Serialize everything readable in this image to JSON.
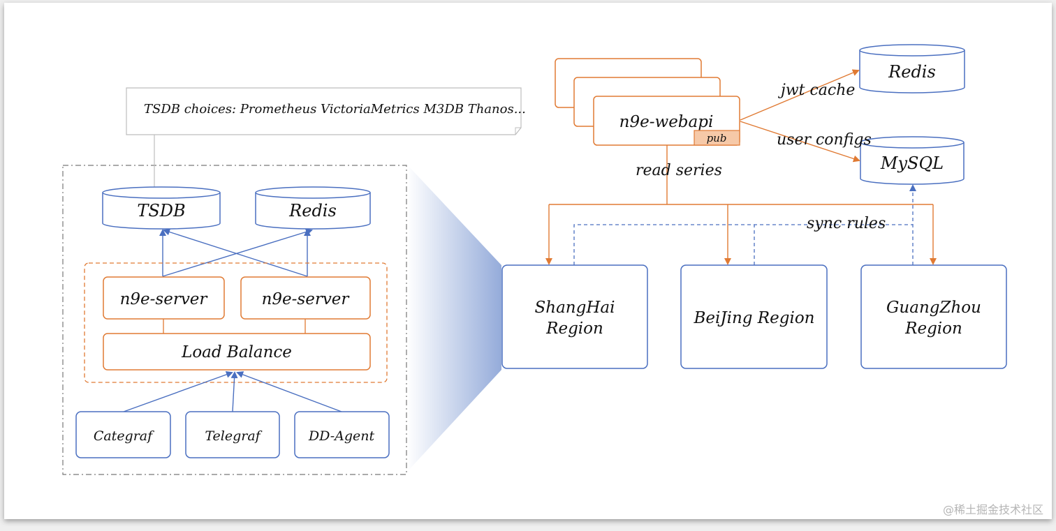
{
  "note": {
    "text": "TSDB choices: Prometheus VictoriaMetrics M3DB Thanos..."
  },
  "cluster": {
    "tsdb": "TSDB",
    "redis": "Redis",
    "server_left": "n9e-server",
    "server_right": "n9e-server",
    "load_balance": "Load Balance",
    "agents": [
      "Categraf",
      "Telegraf",
      "DD-Agent"
    ]
  },
  "webapi": {
    "name": "n9e-webapi",
    "pub": "pub"
  },
  "stores": {
    "redis": "Redis",
    "mysql": "MySQL"
  },
  "edges": {
    "jwt_cache": "jwt cache",
    "user_configs": "user configs",
    "read_series": "read series",
    "sync_rules": "sync rules"
  },
  "regions": {
    "shanghai": [
      "ShangHai",
      "Region"
    ],
    "beijing": [
      "BeiJing Region"
    ],
    "guangzhou": [
      "GuangZhou",
      "Region"
    ]
  },
  "colors": {
    "orange": "#e07a33",
    "blue": "#4a6fc0",
    "pub_fill": "#f6c9a8",
    "frame_gray": "#777777"
  },
  "watermark": "@稀土掘金技术社区"
}
